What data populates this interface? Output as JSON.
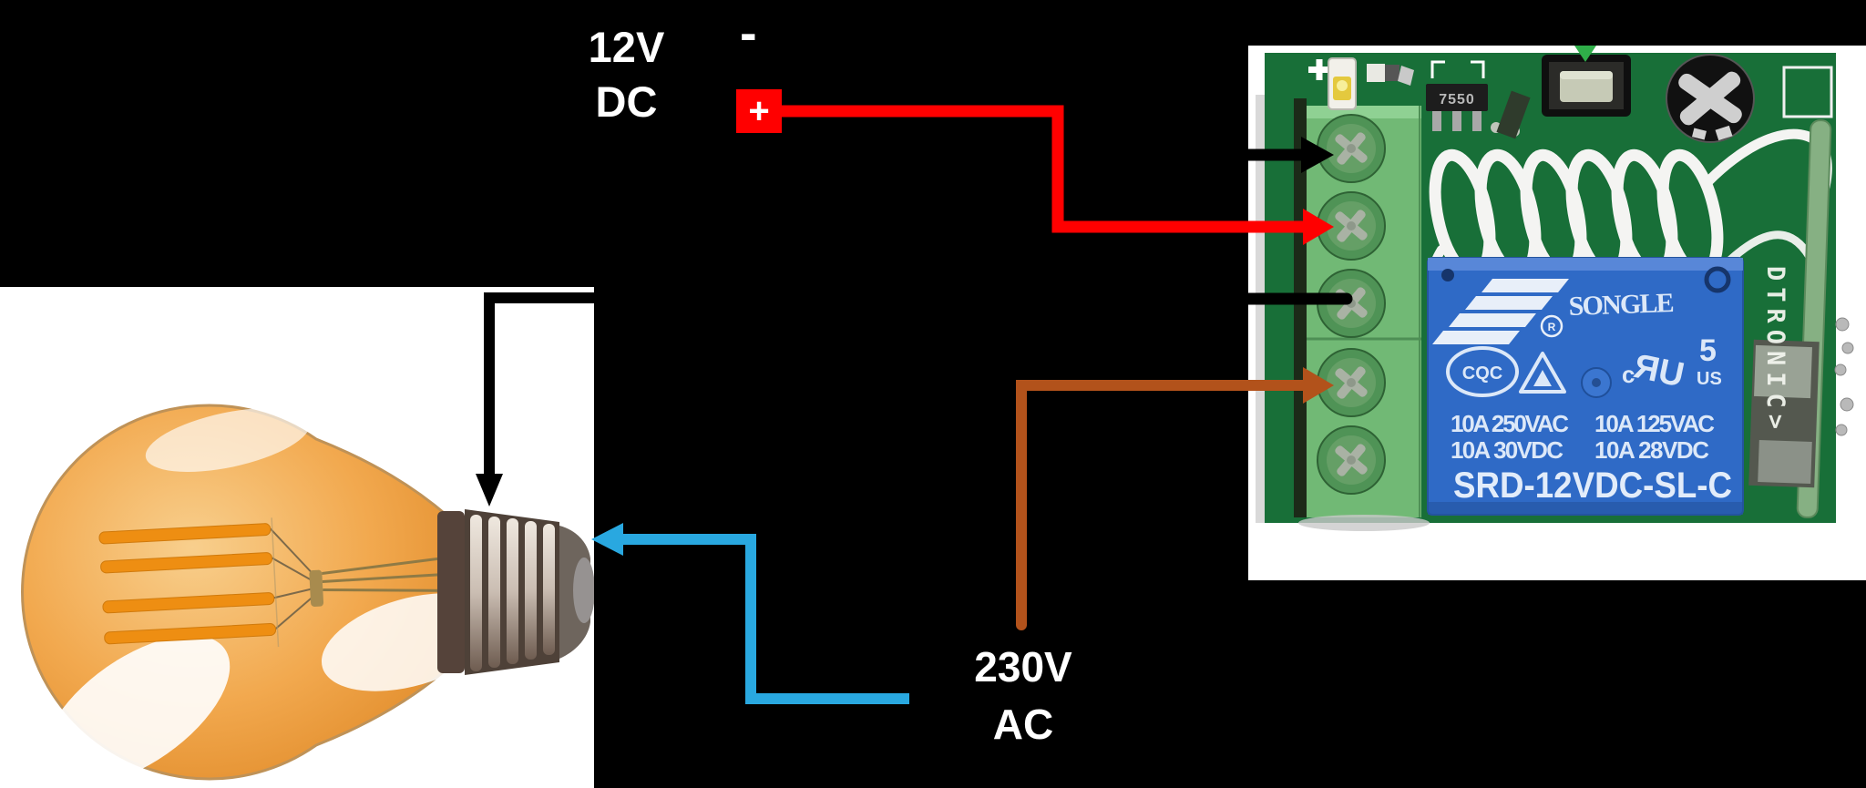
{
  "diagram": {
    "dc_label": "12V\nDC",
    "minus_label": "-",
    "plus_label": "+",
    "ac_label": "230V\nAC"
  },
  "colors": {
    "background": "#000000",
    "label_text": "#ffffff",
    "positive_wire": "#ff0000",
    "negative_wire": "#000000",
    "live_wire": "#b2521b",
    "neutral_wire": "#29a8e0",
    "plus_box_bg": "#ff0000",
    "pcb_green": "#186f38",
    "terminal_green": "#71b975",
    "relay_blue": "#2f6ac6",
    "bulb_amber": "#efa040"
  },
  "relay_board": {
    "pcb_plus_marking": "+",
    "regulator_ic_label": "7550",
    "edge_vertical_label": "DTRONIC>",
    "relay": {
      "brand": "SONGLE",
      "registered_mark": "R",
      "cert_oval": "CQC",
      "ul_c": "c",
      "ul_ru": "ЯU",
      "ul_number": "5",
      "ul_us": "US",
      "ratings": [
        "10A 250VAC",
        "10A 125VAC",
        "10A 30VDC",
        "10A 28VDC"
      ],
      "model": "SRD-12VDC-SL-C"
    }
  }
}
